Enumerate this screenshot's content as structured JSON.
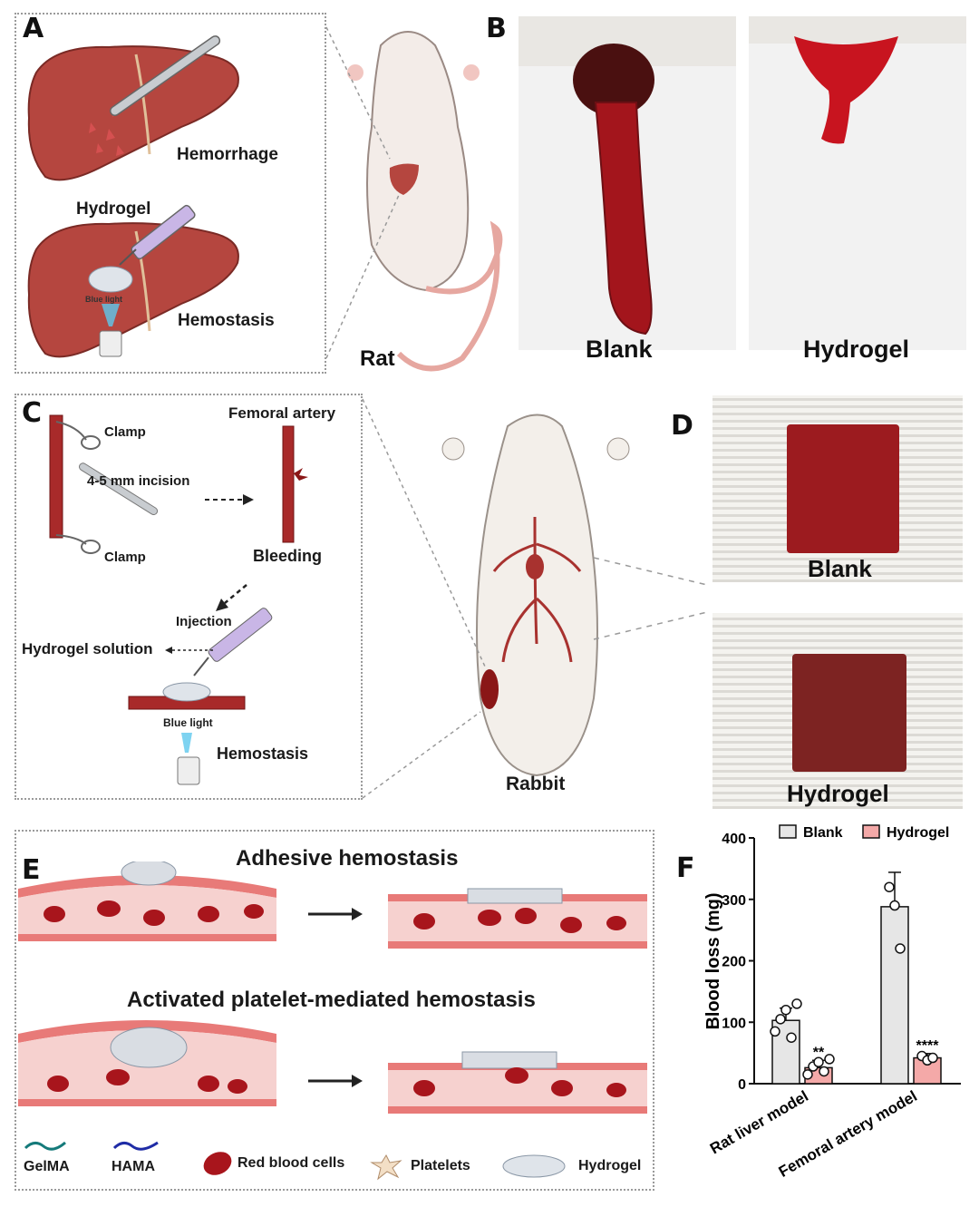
{
  "panels": {
    "a": {
      "letter": "A",
      "hemorrhage": "Hemorrhage",
      "hydrogel": "Hydrogel",
      "blue_light": "Blue light",
      "hemostasis": "Hemostasis",
      "animal": "Rat"
    },
    "b": {
      "letter": "B",
      "left_caption": "Blank",
      "right_caption": "Hydrogel"
    },
    "c": {
      "letter": "C",
      "clamp_top": "Clamp",
      "clamp_bottom": "Clamp",
      "incision": "4-5 mm incision",
      "femoral_artery": "Femoral artery",
      "bleeding": "Bleeding",
      "injection": "Injection",
      "hydrogel_solution": "Hydrogel solution",
      "blue_light": "Blue light",
      "hemostasis": "Hemostasis",
      "animal": "Rabbit"
    },
    "d": {
      "letter": "D",
      "top_caption": "Blank",
      "bottom_caption": "Hydrogel"
    },
    "e": {
      "letter": "E",
      "title_top": "Adhesive hemostasis",
      "title_bottom": "Activated platelet-mediated hemostasis",
      "legend": [
        "GelMA",
        "HAMA",
        "Red blood cells",
        "Platelets",
        "Hydrogel"
      ]
    }
  },
  "chart_data": {
    "type": "bar",
    "panel_letter": "F",
    "ylabel": "Blood loss (mg)",
    "ylim": [
      0,
      400
    ],
    "yticks": [
      0,
      100,
      200,
      300,
      400
    ],
    "categories": [
      "Rat liver model",
      "Femoral artery model"
    ],
    "series": [
      {
        "name": "Blank",
        "color": "#e6e6e6",
        "values": [
          103,
          288
        ],
        "errors": [
          20,
          56
        ],
        "points": [
          [
            85,
            105,
            120,
            75,
            130
          ],
          [
            320,
            290,
            220
          ]
        ]
      },
      {
        "name": "Hydrogel",
        "color": "#f4a9a8",
        "values": [
          26,
          42
        ],
        "errors": [
          12,
          7
        ],
        "points": [
          [
            15,
            28,
            35,
            20,
            40
          ],
          [
            45,
            38,
            42
          ]
        ]
      }
    ],
    "significance": [
      "**",
      "****"
    ],
    "legend_position": "top"
  }
}
